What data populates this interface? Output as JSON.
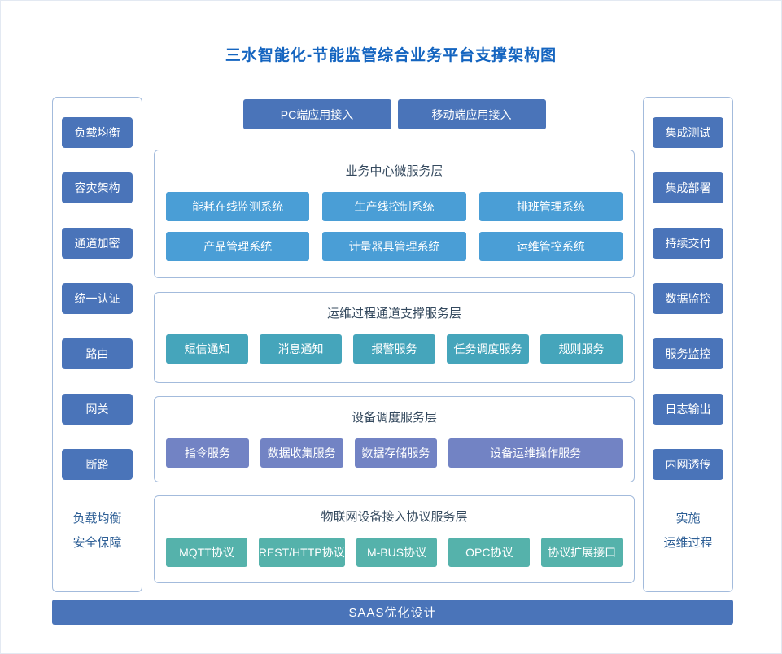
{
  "page": {
    "title": "三水智能化-节能监管综合业务平台支撑架构图"
  },
  "top_buttons": [
    "PC端应用接入",
    "移动端应用接入"
  ],
  "left_sidebar": {
    "items": [
      "负载均衡",
      "容灾架构",
      "通道加密",
      "统一认证",
      "路由",
      "网关",
      "断路"
    ],
    "footer_lines": [
      "负载均衡",
      "安全保障"
    ]
  },
  "right_sidebar": {
    "items": [
      "集成测试",
      "集成部署",
      "持续交付",
      "数据监控",
      "服务监控",
      "日志输出",
      "内网透传"
    ],
    "footer_lines": [
      "实施",
      "运维过程"
    ]
  },
  "layers": [
    {
      "title": "业务中心微服务层",
      "items": [
        "能耗在线监测系统",
        "生产线控制系统",
        "排班管理系统",
        "产品管理系统",
        "计量器具管理系统",
        "运维管控系统"
      ]
    },
    {
      "title": "运维过程通道支撑服务层",
      "items": [
        "短信通知",
        "消息通知",
        "报警服务",
        "任务调度服务",
        "规则服务"
      ]
    },
    {
      "title": "设备调度服务层",
      "items": [
        "指令服务",
        "数据收集服务",
        "数据存储服务",
        "设备运维操作服务"
      ]
    },
    {
      "title": "物联网设备接入协议服务层",
      "items": [
        "MQTT协议",
        "REST/HTTP协议",
        "M-BUS协议",
        "OPC协议",
        "协议扩展接口"
      ]
    }
  ],
  "bottom_bar": "SAAS优化设计",
  "colors": {
    "title-blue": "#1565c0",
    "primary-blue": "#4a74b9",
    "layer1-blue": "#4a9ed6",
    "layer2-teal": "#45a5bb",
    "layer3-slate": "#7283c4",
    "layer4-green": "#55b2ab",
    "box-border": "#a3bbdc",
    "footer-text": "#2e5f96",
    "layer-title": "#34495e"
  }
}
